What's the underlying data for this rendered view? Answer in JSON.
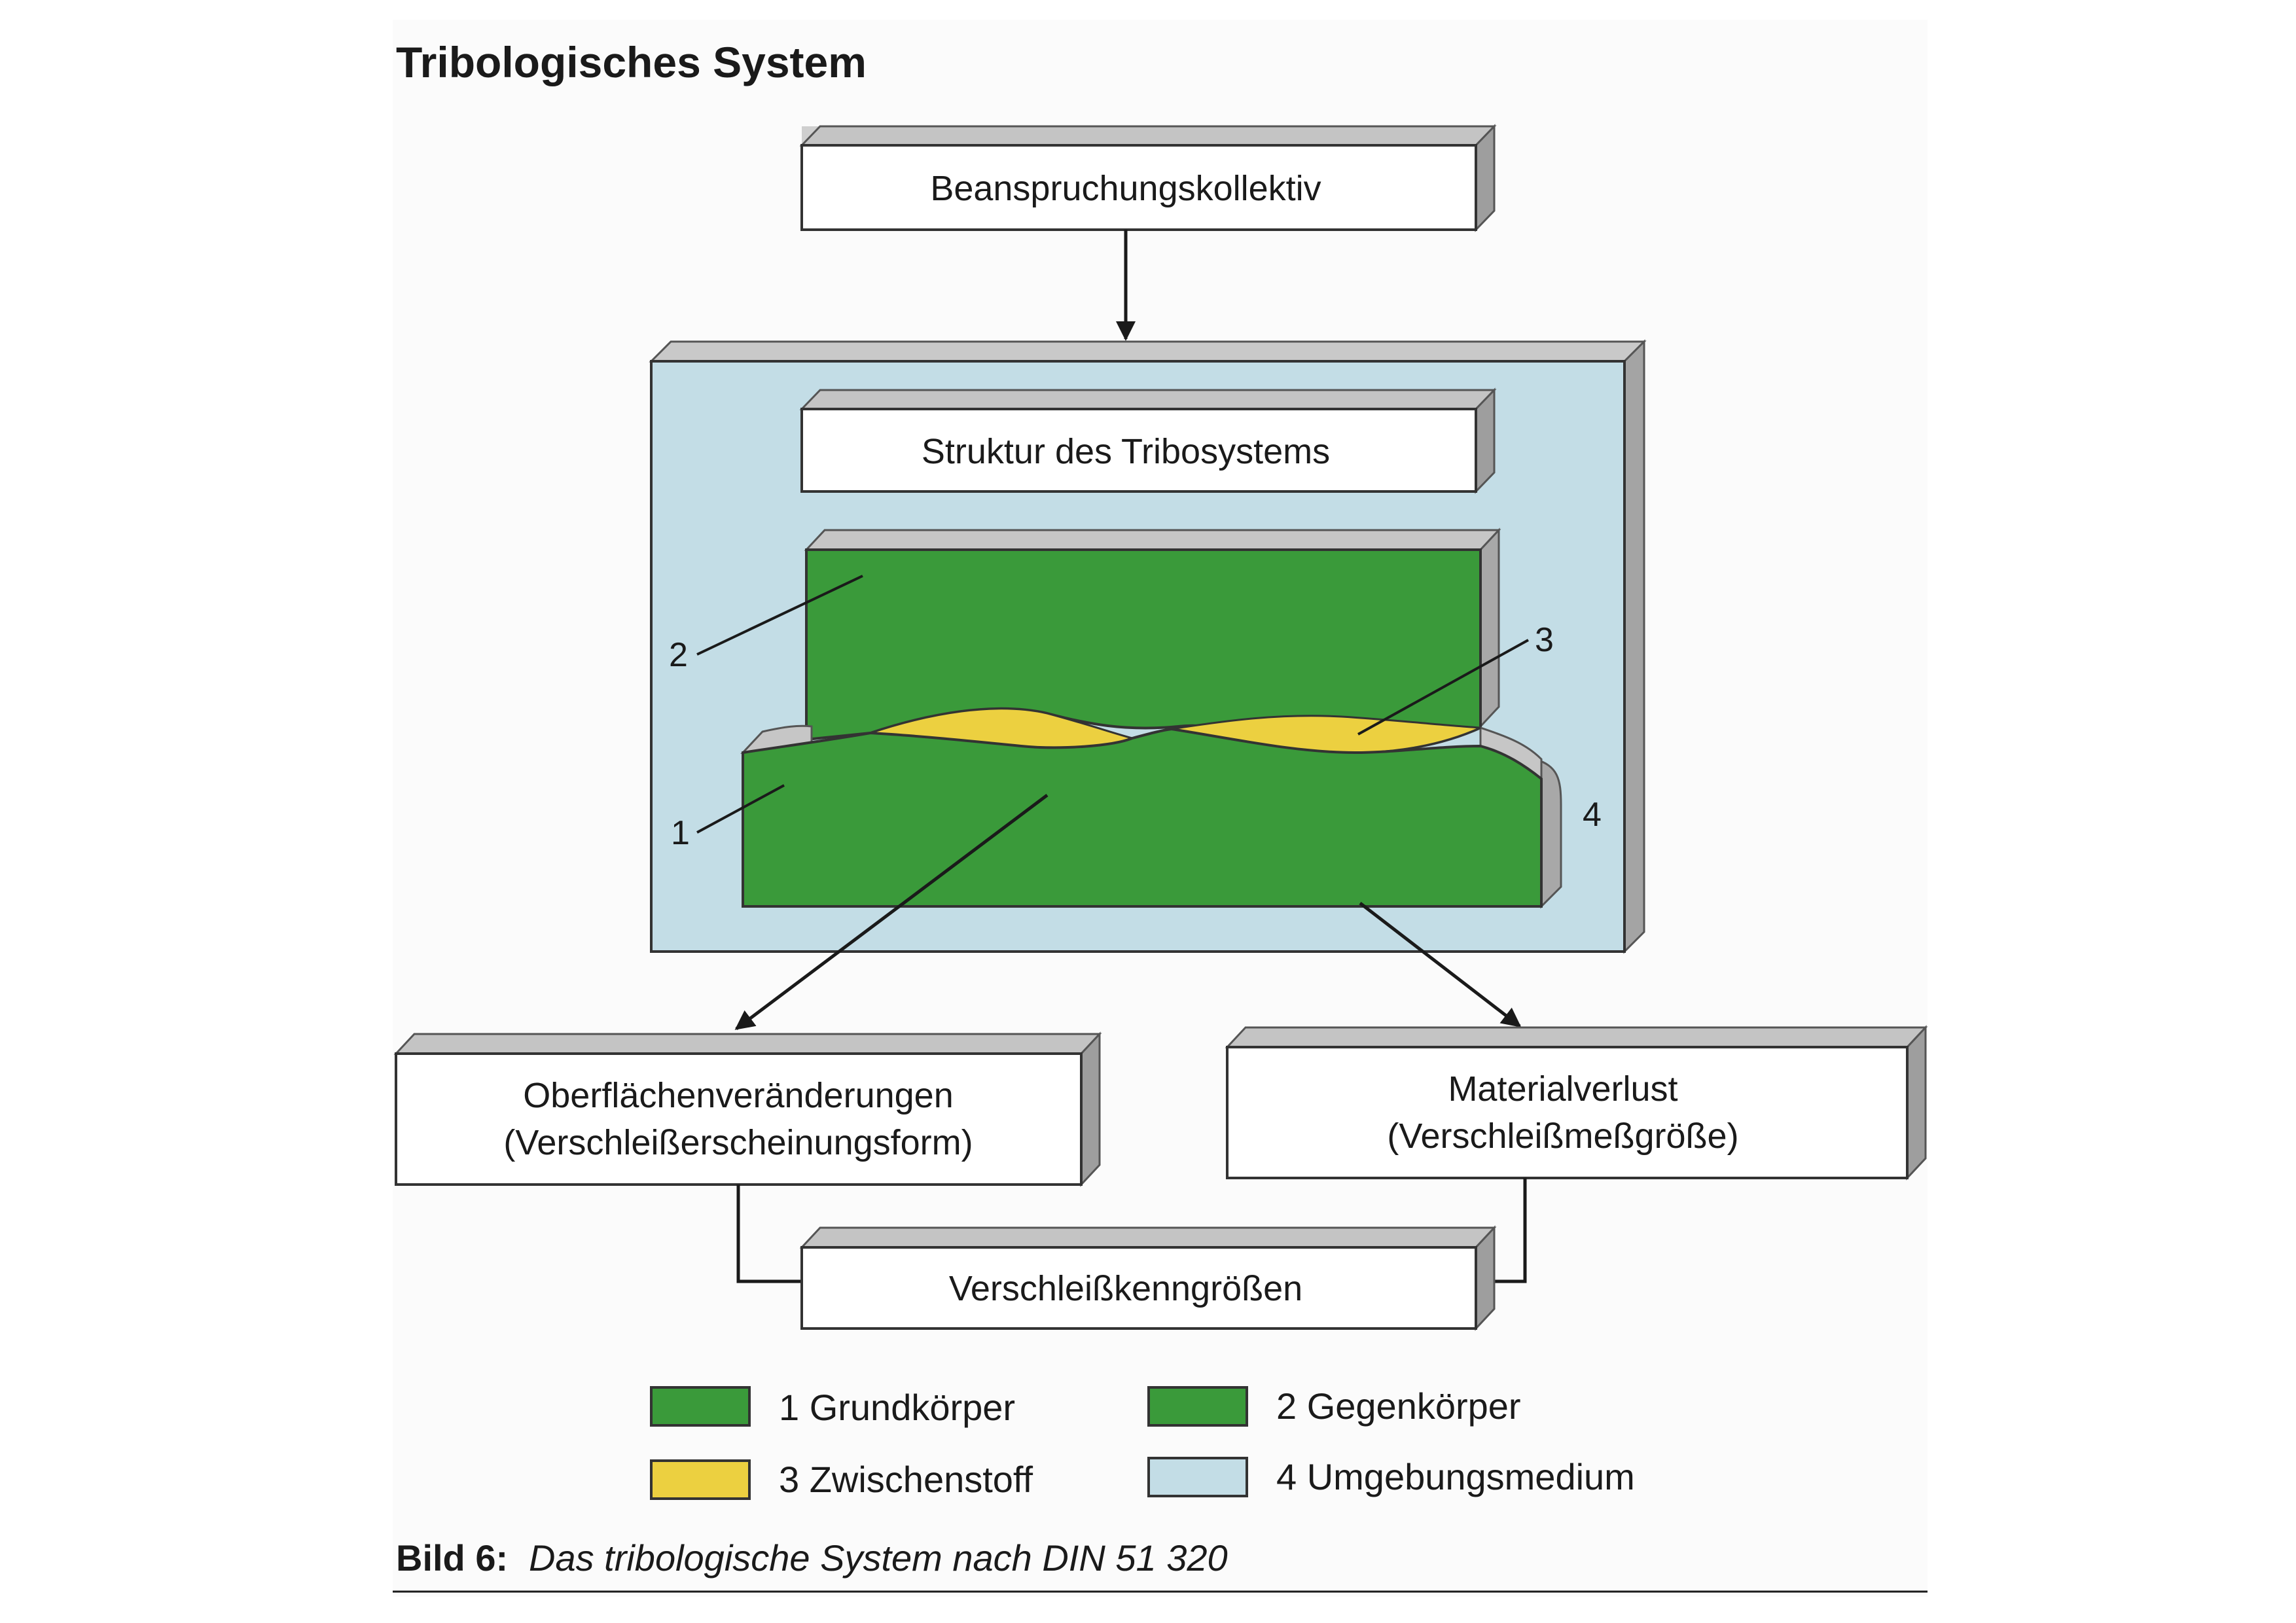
{
  "title": "Tribologisches System",
  "boxes": {
    "beanspruchung": "Beanspruchungskollektiv",
    "struktur": "Struktur des Tribosystems",
    "oberflaeche_line1": "Oberflächenveränderungen",
    "oberflaeche_line2": "(Verschleißerscheinungsform)",
    "material_line1": "Materialverlust",
    "material_line2": "(Verschleißmeßgröße)",
    "kenngroessen": "Verschleißkenngrößen"
  },
  "numbers": {
    "n1": "1",
    "n2": "2",
    "n3": "3",
    "n4": "4"
  },
  "legend": [
    {
      "label": "1 Grundkörper",
      "color": "#3a9a3a"
    },
    {
      "label": "2 Gegenkörper",
      "color": "#3a9a3a"
    },
    {
      "label": "3 Zwischenstoff",
      "color": "#ecd040"
    },
    {
      "label": "4 Umgebungsmedium",
      "color": "#c3dde6"
    }
  ],
  "caption": {
    "bold": "Bild 6:",
    "italic": "Das tribologische System nach DIN 51 320"
  },
  "colors": {
    "green": "#3a9a3a",
    "yellow": "#ecd040",
    "medium": "#c3dde6",
    "box_side": "#a9a9a9"
  }
}
